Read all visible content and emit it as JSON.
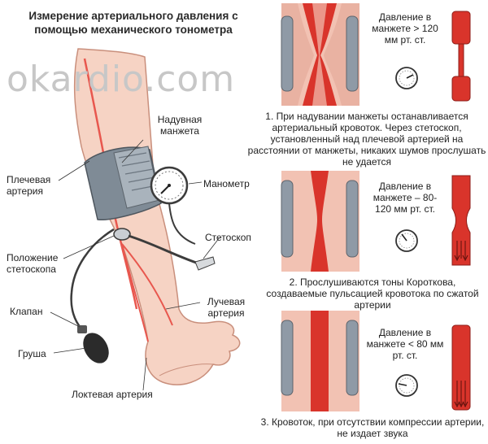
{
  "title": "Измерение артериального давления с помощью механического тонометра",
  "watermark": "okardio.com",
  "labels": {
    "cuff": "Надувная манжета",
    "brachial": "Плечевая артерия",
    "manometer": "Манометр",
    "stethoscope": "Стетоскоп",
    "steth_position": "Положение стетоскопа",
    "valve": "Клапан",
    "bulb": "Груша",
    "radial": "Лучевая артерия",
    "ulnar": "Локтевая артерия"
  },
  "panels": [
    {
      "pressure": "Давление в манжете > 120 мм рт. ст.",
      "caption": "1. При надувании манжеты останавливается артериальный кровоток. Через стетоскоп, установленный над плечевой артерией на расстоянии от манжеты, никаких шумов прослушать не удается"
    },
    {
      "pressure": "Давление в манжете – 80-120 мм рт. ст.",
      "caption": "2. Прослушиваются тоны Короткова, создаваемые пульсацией кровотока по сжатой артерии"
    },
    {
      "pressure": "Давление в манжете < 80 мм рт. ст.",
      "caption": "3. Кровоток, при отсутствии компрессии артерии, не издает звука"
    }
  ],
  "colors": {
    "artery": "#d9342b",
    "skin": "#f4c6b3",
    "cuff": "#8f9aa6",
    "tissue": "#f2c2b3"
  }
}
